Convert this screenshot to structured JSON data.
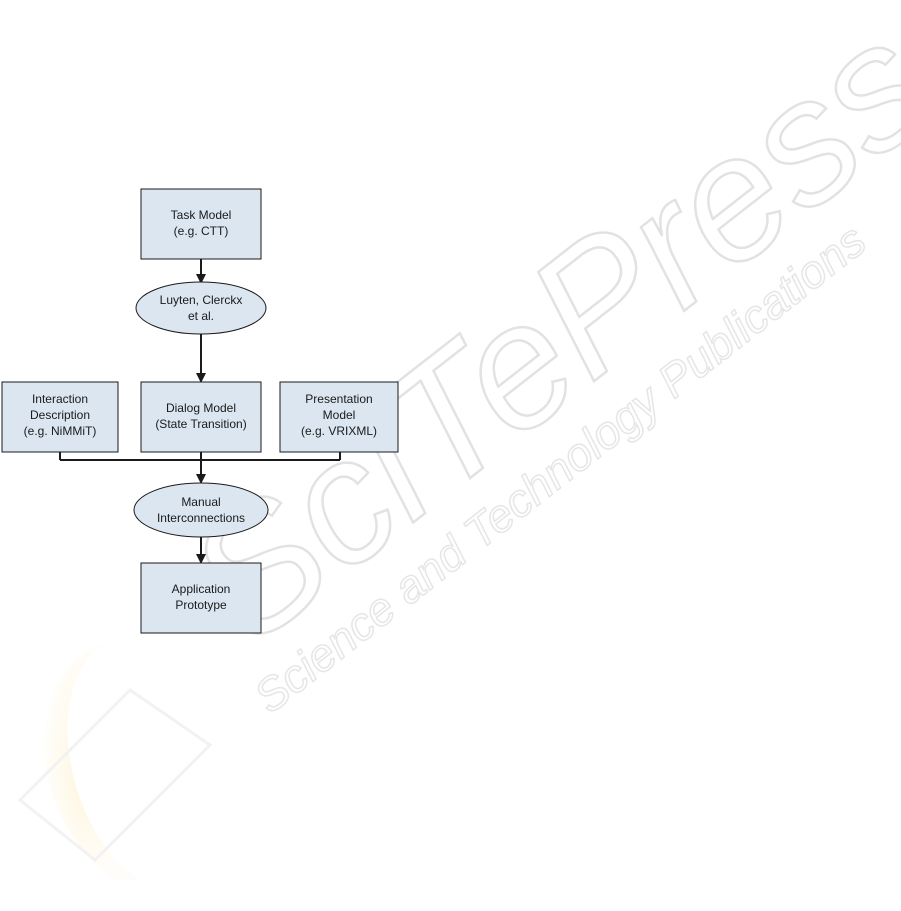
{
  "diagram": {
    "nodes": {
      "task_model": {
        "lines": [
          "Task Model",
          "(e.g. CTT)"
        ]
      },
      "luyten": {
        "lines": [
          "Luyten, Clerckx",
          "et al."
        ]
      },
      "interaction": {
        "lines": [
          "Interaction",
          "Description",
          "(e.g. NiMMiT)"
        ]
      },
      "dialog": {
        "lines": [
          "Dialog Model",
          "(State Transition)"
        ]
      },
      "presentation": {
        "lines": [
          "Presentation",
          "Model",
          "(e.g. VRIXML)"
        ]
      },
      "manual": {
        "lines": [
          "Manual",
          "Interconnections"
        ]
      },
      "application": {
        "lines": [
          "Application",
          "Prototype"
        ]
      }
    },
    "colors": {
      "box_fill": "#dbe6f1",
      "stroke": "#1a1a1a",
      "text": "#1a1a1a"
    }
  },
  "watermark": {
    "large": "SciTePress",
    "small": "Science and Technology Publications",
    "color": "#e2e2e2"
  }
}
